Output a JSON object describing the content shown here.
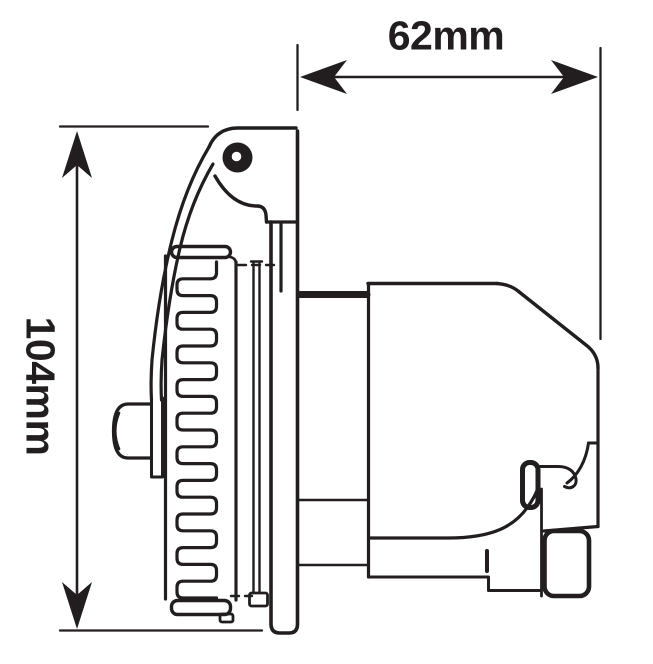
{
  "dimensions": {
    "width": {
      "label": "62mm",
      "value": 62,
      "unit": "mm"
    },
    "height": {
      "label": "104mm",
      "value": 104,
      "unit": "mm"
    }
  },
  "style": {
    "ink_color": "#221e1f",
    "background_color": "#ffffff"
  }
}
